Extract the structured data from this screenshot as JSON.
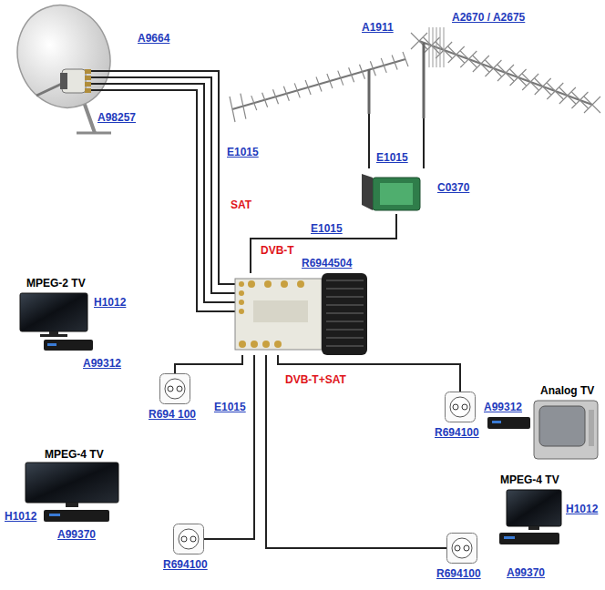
{
  "diagram": {
    "nodes": [
      {
        "text": [
          "A98257"
        ]
      },
      {
        "text": [
          "A1911"
        ]
      },
      {
        "text": [
          "A2670 / A2675"
        ]
      },
      {
        "text": [
          "C0370"
        ]
      },
      {
        "text": [
          "R6944504"
        ]
      },
      {
        "text": [
          "R694 100"
        ]
      },
      {
        "text": [
          "R694100"
        ]
      },
      {
        "text": [
          "R694100"
        ]
      },
      {
        "text": [
          "R694100"
        ]
      }
    ],
    "edges": [
      {
        "from": 0,
        "to": 4,
        "arrow": "none",
        "label": "E1015"
      },
      {
        "from": 1,
        "to": 3,
        "arrow": "none",
        "label": "E1015"
      },
      {
        "from": 2,
        "to": 3,
        "arrow": "none"
      },
      {
        "from": 3,
        "to": 4,
        "arrow": "none",
        "label": "E1015"
      },
      {
        "from": 4,
        "to": 5,
        "arrow": "none"
      },
      {
        "from": 4,
        "to": 6,
        "arrow": "none",
        "label": "E1015"
      },
      {
        "from": 4,
        "to": 7,
        "arrow": "none"
      },
      {
        "from": 4,
        "to": 8,
        "arrow": "none"
      }
    ],
    "labels": [
      "A9664",
      "SAT",
      "DVB-T",
      "MPEG-2 TV",
      "H1012",
      "A99312",
      "DVB-T+SAT",
      "MPEG-4 TV",
      "H1012",
      "A99370",
      "Analog TV",
      "A99312",
      "MPEG-4 TV",
      "H1012",
      "A99370"
    ]
  }
}
